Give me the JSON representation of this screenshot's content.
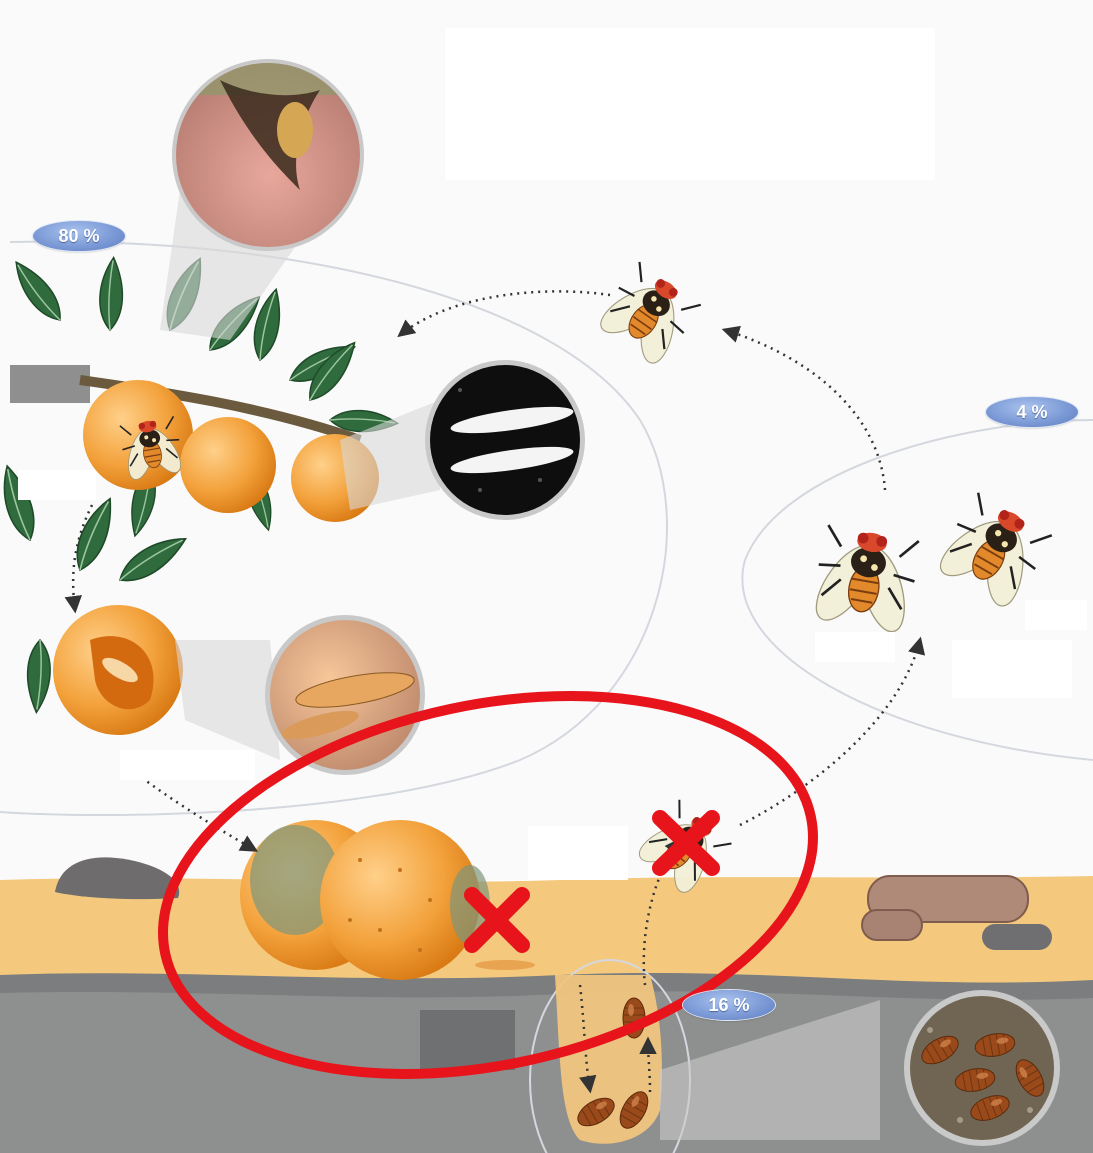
{
  "percentages": {
    "tree": "80 %",
    "adults": "4 %",
    "soil": "16 %"
  },
  "colors": {
    "highlight_ring": "#e8141b",
    "cross_mark": "#e8141b",
    "soil_top": "#f4c97e",
    "soil_dark": "#7b7d7e",
    "orange_fruit": "#f3a23c",
    "leaf": "#2f6b3c",
    "pill": "#7c9ad6"
  },
  "icons": [
    "tree-branch-with-oranges",
    "fly-on-fruit-photo",
    "eggs-magnified",
    "infested-orange",
    "larvae-magnified",
    "fallen-rotting-oranges",
    "soil-pupae",
    "pupae-photo",
    "adult-fly",
    "cross-mark"
  ]
}
